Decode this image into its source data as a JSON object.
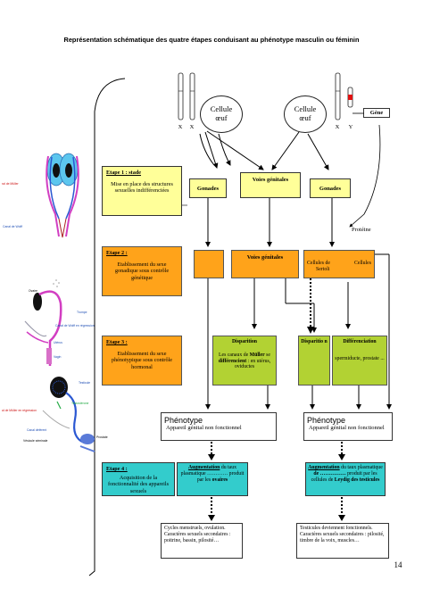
{
  "title": "Représentation schématique des quatre étapes conduisant au phénotype masculin ou féminin",
  "chromosomes": {
    "x1": "X",
    "x2": "X",
    "x3": "X",
    "y": "Y",
    "gene": "Gène"
  },
  "cells": {
    "left": [
      "Cellule",
      "œuf"
    ],
    "right": [
      "Cellule",
      "œuf"
    ]
  },
  "stage1": {
    "title": "Etape 1 : stade",
    "body": "Mise en place des structures sexuelles indifférenciées"
  },
  "stage2": {
    "title": "Etape 2 :",
    "body": "Etablissement du sexe gonadique sous contrôle génétique"
  },
  "stage3": {
    "title": "Etape 3 :",
    "body": "Etablissement du sexe phénotypique sous contrôle hormonal"
  },
  "stage4": {
    "title": "Etape 4 :",
    "body": "Acquisition de la fonctionnalité des appareils sexuels"
  },
  "row1": {
    "gonades_left": "Gonades",
    "voies": "Voies génitales",
    "gonades_right": "Gonades",
    "proteine": "Protéine"
  },
  "row2": {
    "voies": "Voies génitales",
    "cellules_de": "Cellules de",
    "cellules": "Cellules",
    "sertoli": "Sertoli"
  },
  "row3": {
    "disparition_left": "Disparition",
    "disparition_left_body_pre": "Les canaux de",
    "disparition_left_bold": "Müller",
    "disparition_left_body_post": "se",
    "disparition_left_bold2": "différencient",
    "disparition_left_body_end": ": en utérus, oviductes",
    "disparition_right": "Disparitio n",
    "differenciation": "Différenciation",
    "differenciation_body": "spermiducte, prostate ..."
  },
  "phenotype": {
    "title": "Phénotype",
    "left_body": "Appareil génital non fonctionnel",
    "right_body": "Appareil génital non fonctionnel"
  },
  "row4": {
    "left_bold": "Augmentation",
    "left_rest": "du taux plasmatique ………… produit par les",
    "left_organ": "ovaires",
    "right_bold": "Augmentation",
    "right_rest1": "du taux plasmatique",
    "right_bold2": "de ……………",
    "right_rest2": "produit par les cellules de",
    "right_organ": "Leydig des testicules"
  },
  "final": {
    "left": "Cycles menstruels, ovulation. Caractères sexuels secondaires : poitrine, bassin, pilosité…",
    "right": "Testicules deviennent fonctionnels. Caractères sexuels secondaires : pilosité, timbre de la voix, muscles…"
  },
  "anatomy": {
    "label1": "ral de Müller",
    "label2": "Canal de Wolff",
    "label3": "Ovaire",
    "label4": "Trompe",
    "label5": "Canal de Wolff en régression",
    "label6": "Utérus",
    "label7": "Vagin",
    "label8": "Testicule",
    "label9": "Testostérone",
    "label10": "al de Müller en régression",
    "label11": "Canal déférent",
    "label12": "Vésicule séminale",
    "label13": "Prostate"
  },
  "page_number": "14",
  "colors": {
    "yellow": "#ffff99",
    "orange": "#ffa31a",
    "green": "#b2d233",
    "cyan": "#33cccc"
  }
}
